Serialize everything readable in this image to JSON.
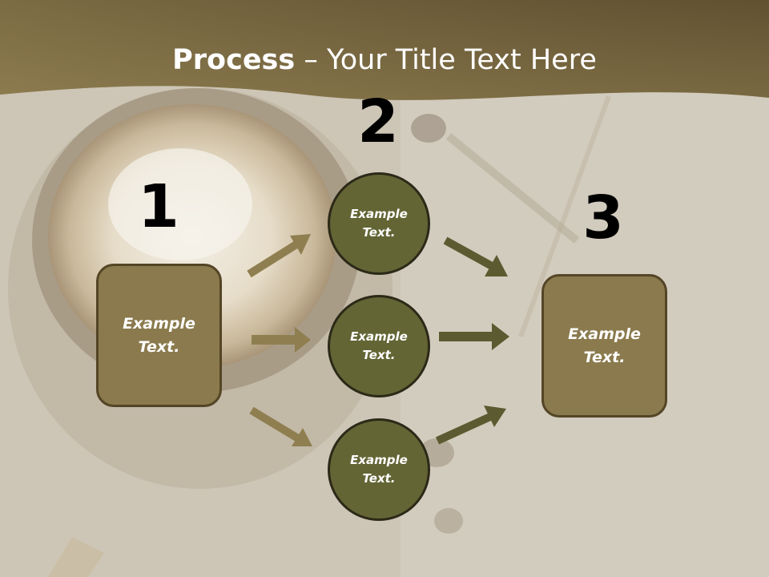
{
  "slide": {
    "title_strong": "Process",
    "title_rest": " – Your Title Text Here",
    "numbers": [
      "1",
      "2",
      "3"
    ],
    "left_box": "Example\nText.",
    "right_box": "Example\nText.",
    "circles": [
      "Example\nText.",
      "Example\nText.",
      "Example\nText."
    ]
  },
  "colors": {
    "header_band": "#8a7a4d",
    "box_fill": "#8a7a4d",
    "circle_fill": "#636535",
    "left_arrows": "#8f7f50",
    "right_arrows": "#5c5a30"
  }
}
